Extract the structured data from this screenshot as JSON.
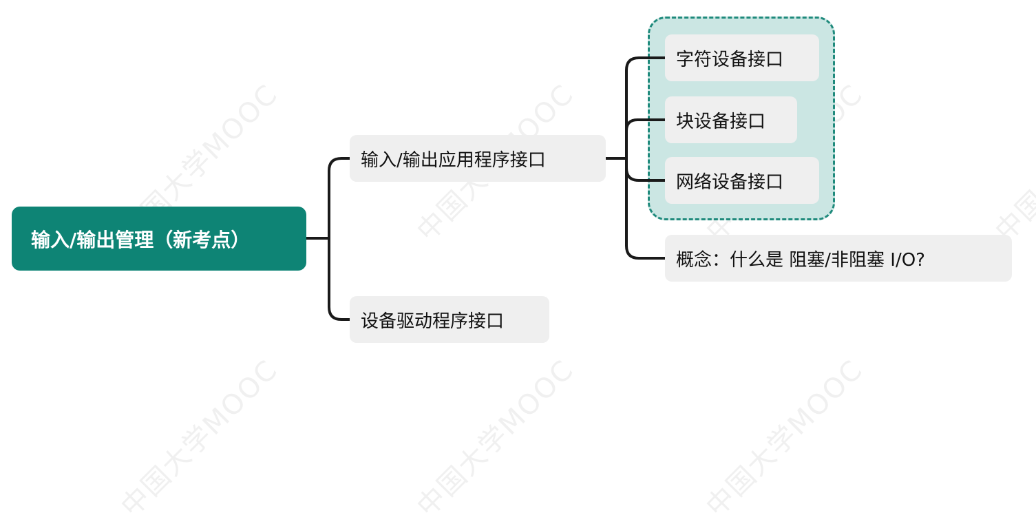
{
  "watermark": "中国大学MOOC",
  "root": {
    "label": "输入/输出管理（新考点）"
  },
  "branches": [
    {
      "label": "输入/输出应用程序接口",
      "children": [
        {
          "label": "字符设备接口",
          "grouped": true
        },
        {
          "label": "块设备接口",
          "grouped": true
        },
        {
          "label": "网络设备接口",
          "grouped": true
        },
        {
          "label": "概念：什么是 阻塞/非阻塞 I/O?",
          "grouped": false
        }
      ]
    },
    {
      "label": "设备驱动程序接口",
      "children": []
    }
  ],
  "colors": {
    "root_fill": "#0e8475",
    "group_fill": "#cbe6e3",
    "group_border": "#1f8a7c",
    "node_fill": "#efefef",
    "connector": "#1a1a1a"
  }
}
